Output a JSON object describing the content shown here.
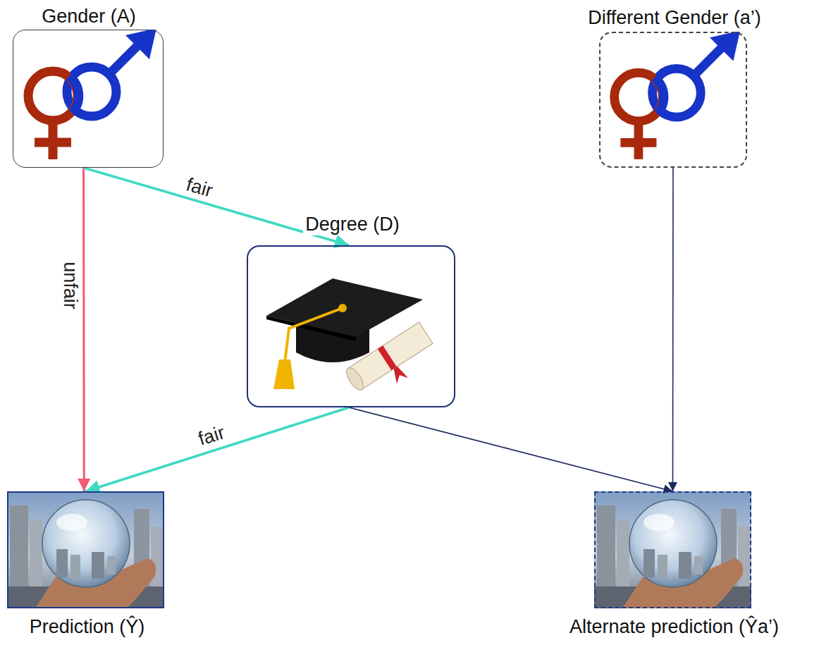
{
  "diagram": {
    "nodes": [
      {
        "text": [
          "Gender (A)"
        ]
      },
      {
        "text": [
          "Different Gender (a’)"
        ]
      },
      {
        "text": [
          "Degree (D)"
        ]
      },
      {
        "text": [
          "Prediction (Ŷ)"
        ]
      },
      {
        "text": [
          "Alternate prediction (Ŷa’)"
        ]
      }
    ],
    "edges": [
      {
        "from": 0,
        "to": 3,
        "arrow": "to",
        "label": "unfair"
      },
      {
        "from": 0,
        "to": 2,
        "arrow": "to",
        "label": "fair"
      },
      {
        "from": 2,
        "to": 3,
        "arrow": "to",
        "label": "fair"
      },
      {
        "from": 2,
        "to": 4,
        "arrow": "to"
      },
      {
        "from": 1,
        "to": 4,
        "arrow": "to"
      }
    ]
  }
}
